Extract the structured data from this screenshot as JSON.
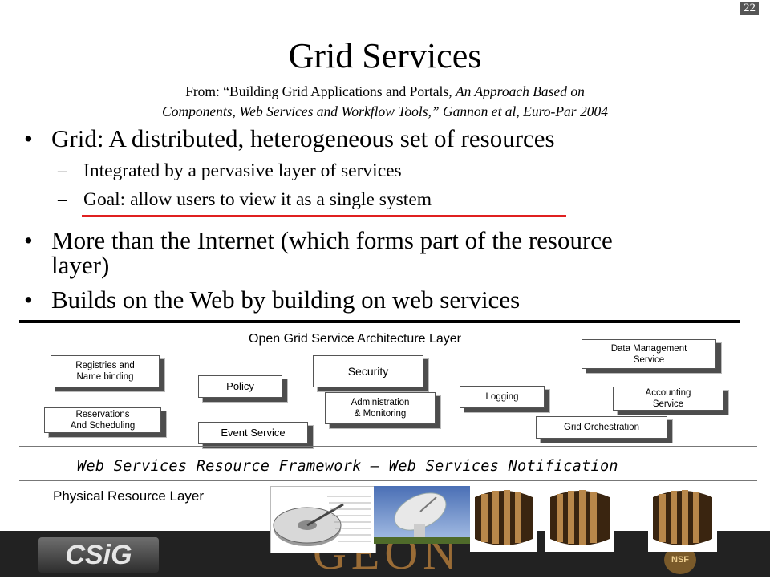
{
  "slide_number": "22",
  "title": "Grid Services",
  "source": {
    "prefix": "From: “",
    "book_title": "Building Grid Applications and Portals,",
    "subtitle_line1": "An Approach Based on",
    "subtitle_line2": "Components, Web Services and Workflow Tools,” Gannon et al, Euro-Par 2004"
  },
  "bullets": [
    {
      "text": "Grid: A distributed, heterogeneous set of resources",
      "sub": [
        "Integrated by a pervasive layer of services",
        "Goal: allow users to view it as a single system"
      ]
    },
    {
      "text_line1": "More than the Internet (which forms part of the resource",
      "text_line2": "layer)"
    },
    {
      "text": "Builds on the Web by building on web services"
    }
  ],
  "bullet_glyph": "•",
  "dash_glyph": "–",
  "diagram": {
    "ogsa_label": "Open Grid Service Architecture Layer",
    "services": {
      "registries": [
        "Registries and",
        "Name binding"
      ],
      "reservations": [
        "Reservations",
        "And Scheduling"
      ],
      "policy": "Policy",
      "event": "Event Service",
      "security": "Security",
      "administration": [
        "Administration",
        "& Monitoring"
      ],
      "logging": "Logging",
      "data_management": [
        "Data Management",
        "Service"
      ],
      "accounting": [
        "Accounting",
        "Service"
      ],
      "grid_orchestration": "Grid Orchestration"
    },
    "wsrf_label": "Web Services Resource Framework – Web Services Notification",
    "physical_label": "Physical Resource Layer"
  },
  "footer": {
    "csig_logo": "CSiG",
    "geon_logo": "GEON",
    "nsf_logo": "NSF"
  },
  "colors": {
    "underline_red": "#e02020",
    "footer_bg": "#222222",
    "box_shadow": "#4d4d4d"
  }
}
